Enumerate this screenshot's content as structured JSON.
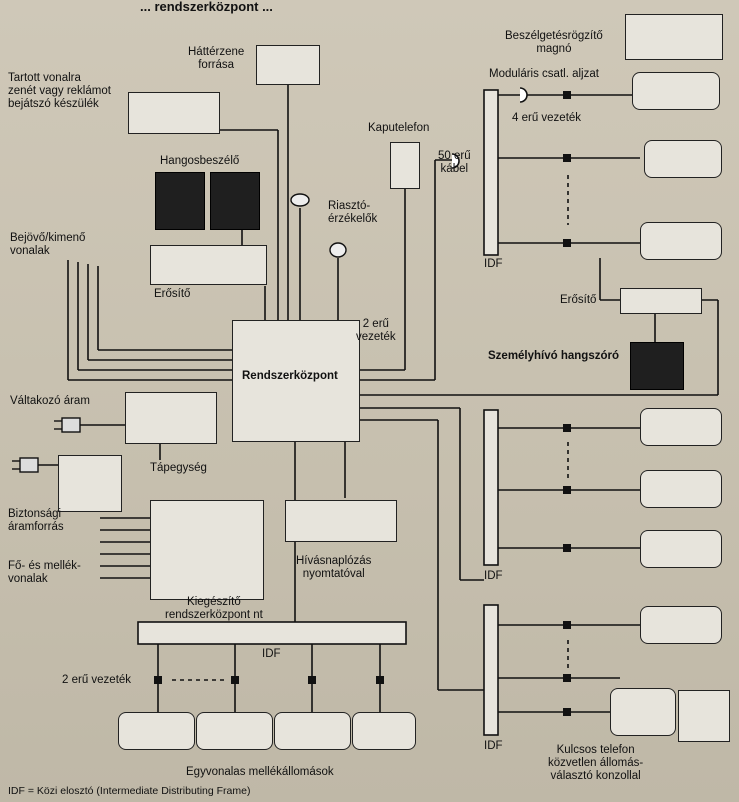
{
  "title_fragment": "... rendszerközpont ...",
  "labels": {
    "music_source": "Háttérzene\nforrása",
    "message_player": "Tartott vonalra\nzenét vagy reklámot\nbejátszó készülék",
    "loudspeaker": "Hangosbeszélő",
    "recorder": "Beszélgetésrögzítő\nmagnó",
    "modular_jack": "Moduláris csatl. aljzat",
    "four_wire": "4 erű vezeték",
    "doorphone": "Kaputelefon",
    "fifty_wire": "50 erű\nkábel",
    "alarm": "Riasztó-\nérzékelők",
    "trunks_in_out": "Bejövő/kimenő\nvonalak",
    "amplifier_left": "Erősítő",
    "amplifier_right": "Erősítő",
    "two_wire_top": "2 erű\nvezeték",
    "paging_speaker": "Személyhívó hangszóró",
    "pbx": "Rendszerközpont",
    "ac_power": "Váltakozó áram",
    "power_supply": "Tápegység",
    "backup_power": "Biztonsági\náramforrás",
    "main_ext_lines": "Fő- és mellék-\nvonalak",
    "expansion_pbx": "Kiegészítő\nrendszerközpont nt",
    "call_printer": "Hívásnaplózás\nnyomtatóval",
    "idf_top": "IDF",
    "idf_mid": "IDF",
    "idf_bottom_right": "IDF",
    "idf_bottom": "IDF",
    "two_wire_bottom": "2 erű vezeték",
    "single_line_ext": "Egyvonalas mellékállomások",
    "key_phone": "Kulcsos telefon\nközvetlen állomás-\nválasztó konzollal",
    "footnote": "IDF = Közi elosztó (Intermediate Distributing Frame)"
  }
}
